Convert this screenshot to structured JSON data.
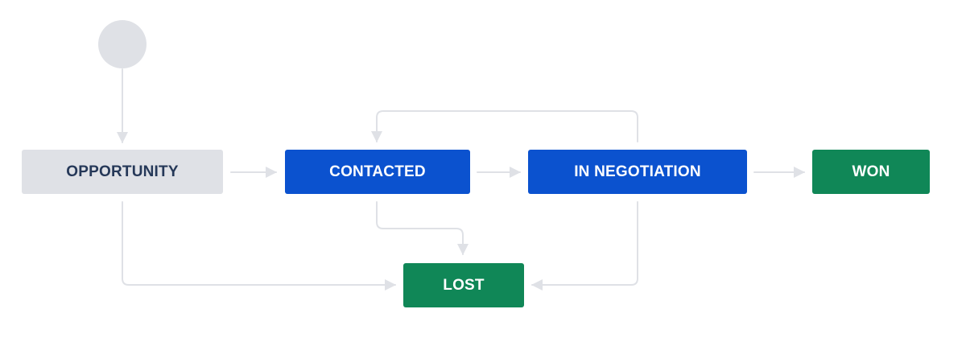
{
  "workflow": {
    "nodes": [
      {
        "id": "opportunity",
        "label": "OPPORTUNITY",
        "category": "todo"
      },
      {
        "id": "contacted",
        "label": "CONTACTED",
        "category": "inprogress"
      },
      {
        "id": "negotiation",
        "label": "IN NEGOTIATION",
        "category": "inprogress"
      },
      {
        "id": "won",
        "label": "WON",
        "category": "done"
      },
      {
        "id": "lost",
        "label": "LOST",
        "category": "done"
      }
    ],
    "transitions": [
      {
        "from": "start",
        "to": "opportunity"
      },
      {
        "from": "opportunity",
        "to": "contacted"
      },
      {
        "from": "contacted",
        "to": "negotiation"
      },
      {
        "from": "negotiation",
        "to": "won"
      },
      {
        "from": "negotiation",
        "to": "contacted"
      },
      {
        "from": "contacted",
        "to": "lost"
      },
      {
        "from": "opportunity",
        "to": "lost"
      },
      {
        "from": "negotiation",
        "to": "lost"
      }
    ]
  },
  "colors": {
    "todo_background": "#dfe1e6",
    "todo_text": "#253858",
    "inprogress_background": "#0b52cf",
    "done_background": "#108757",
    "node_text_light": "#ffffff",
    "start_circle": "#dfe1e6",
    "transition_line": "#dfe1e6"
  }
}
